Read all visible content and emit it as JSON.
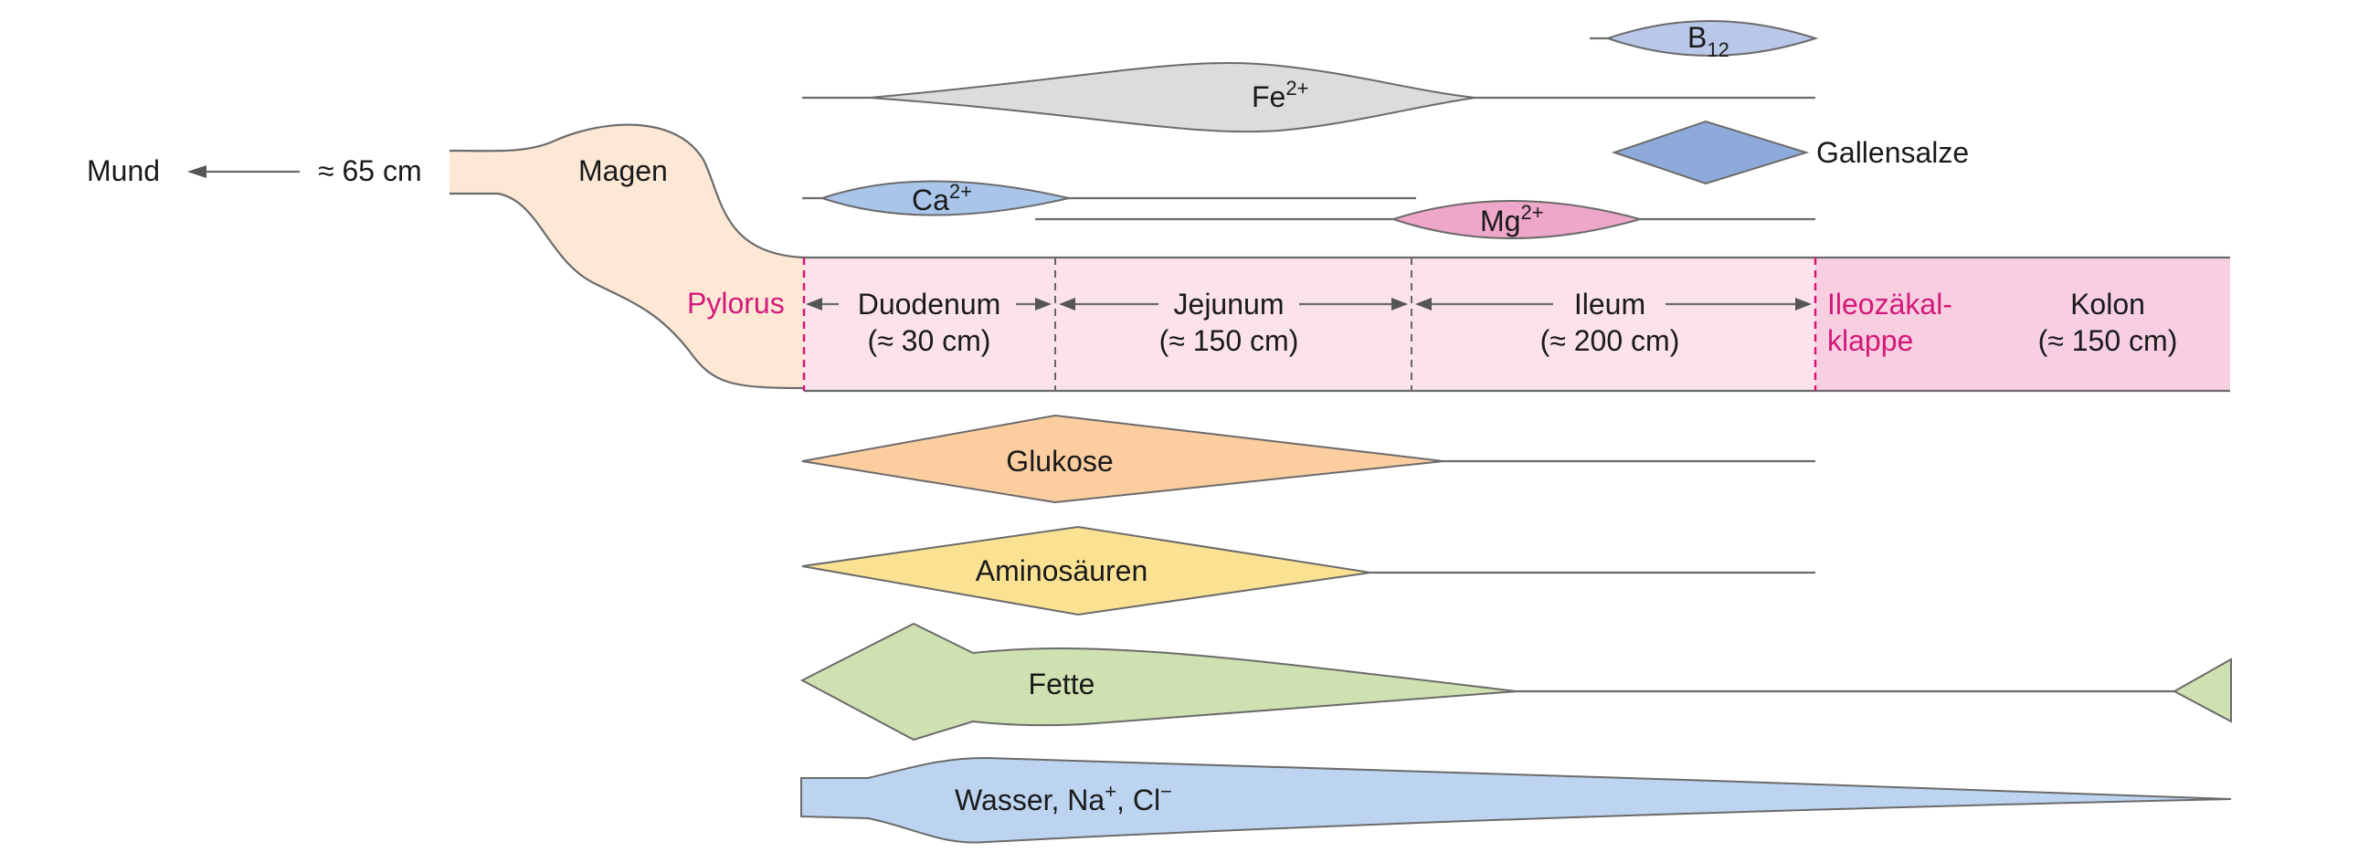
{
  "labels": {
    "mund": "Mund",
    "distance": "≈ 65 cm",
    "magen": "Magen",
    "pylorus": "Pylorus",
    "duodenum": "Duodenum",
    "duodenum_len": "(≈ 30 cm)",
    "jejunum": "Jejunum",
    "jejunum_len": "(≈ 150 cm)",
    "ileum": "Ileum",
    "ileum_len": "(≈ 200 cm)",
    "ileozaekal_1": "Ileozäkal-",
    "ileozaekal_2": "klappe",
    "kolon": "Kolon",
    "kolon_len": "(≈ 150 cm)"
  },
  "substances": {
    "b12_base": "B",
    "b12_sub": "12",
    "fe_base": "Fe",
    "fe_sup": "2+",
    "gallensalze": "Gallensalze",
    "ca_base": "Ca",
    "ca_sup": "2+",
    "mg_base": "Mg",
    "mg_sup": "2+",
    "glukose": "Glukose",
    "aminosaeuren": "Aminosäuren",
    "fette": "Fette",
    "wasser_1": "Wasser, Na",
    "wasser_sup1": "+",
    "wasser_2": ", Cl",
    "wasser_sup2": "−"
  },
  "colors": {
    "stomach": "#fde8d6",
    "intestine": "#fbe2ec",
    "colon": "#f7cfe1",
    "pylorus_marker": "#d4187a",
    "b12": "#b9c7e8",
    "fe": "#dcdcdc",
    "gallensalze": "#8eaadb",
    "ca": "#a9c6ea",
    "mg": "#eea6c9",
    "glukose": "#fbcd9f",
    "aminosaeuren": "#fbe293",
    "fette": "#cfe1b0",
    "wasser": "#bcd4ef"
  }
}
